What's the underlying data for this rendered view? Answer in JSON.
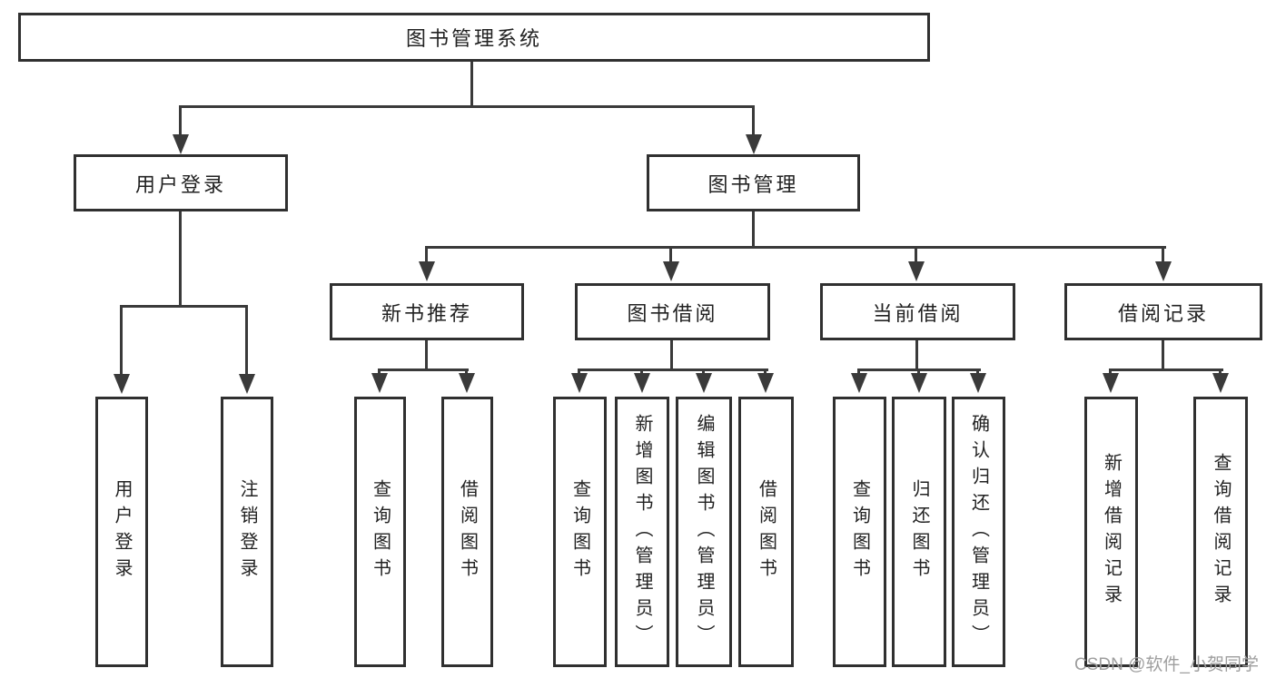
{
  "diagram": {
    "root": {
      "label": "图书管理系统"
    },
    "branches": [
      {
        "label": "用户登录",
        "children": [
          {
            "label": "用户登录"
          },
          {
            "label": "注销登录"
          }
        ]
      },
      {
        "label": "图书管理",
        "children": [
          {
            "label": "新书推荐",
            "children": [
              {
                "label": "查询图书"
              },
              {
                "label": "借阅图书"
              }
            ]
          },
          {
            "label": "图书借阅",
            "children": [
              {
                "label": "查询图书"
              },
              {
                "label": "新增图书（管理员）"
              },
              {
                "label": "编辑图书（管理员）"
              },
              {
                "label": "借阅图书"
              }
            ]
          },
          {
            "label": "当前借阅",
            "children": [
              {
                "label": "查询图书"
              },
              {
                "label": "归还图书"
              },
              {
                "label": "确认归还（管理员）"
              }
            ]
          },
          {
            "label": "借阅记录",
            "children": [
              {
                "label": "新增借阅记录"
              },
              {
                "label": "查询借阅记录"
              }
            ]
          }
        ]
      }
    ],
    "watermark": "CSDN @软件_小贺同学",
    "colors": {
      "line": "#3a3a3a",
      "box_border": "#303030",
      "text": "#222222",
      "watermark": "#9e9e9e",
      "background": "#ffffff"
    }
  }
}
